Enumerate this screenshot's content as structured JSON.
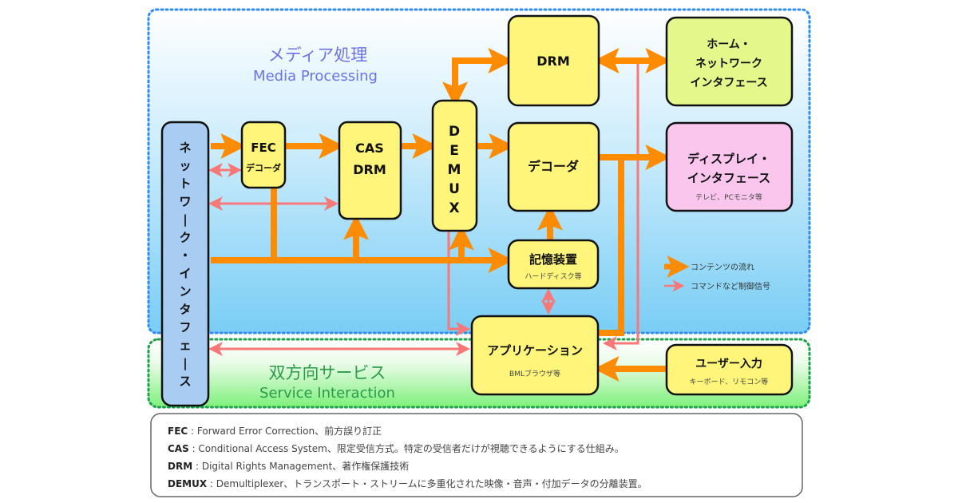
{
  "colors": {
    "content_flow": "#ff8c00",
    "control_signal": "#f87878",
    "box_fill": "#fff57a",
    "network_fill": "#a8ccf2",
    "home_network_fill": "#e4f78a",
    "display_fill": "#fbc6ee",
    "media_region_border": "#2f8cf5",
    "service_region_border": "#1aa34a",
    "media_label": "#6d72e6",
    "service_label": "#2a9a4a"
  },
  "regions": {
    "media": {
      "title_jp": "メディア処理",
      "title_en": "Media Processing"
    },
    "service": {
      "title_jp": "双方向サービス",
      "title_en": "Service Interaction"
    }
  },
  "blocks": {
    "network_interface": {
      "label": "ネットワーク・インタフェース"
    },
    "fec": {
      "line1": "FEC",
      "line2": "デコーダ"
    },
    "cas": {
      "line1": "CAS",
      "line2": "DRM"
    },
    "demux": {
      "label": "DEMUX"
    },
    "drm": {
      "label": "DRM"
    },
    "decoder": {
      "label": "デコーダ"
    },
    "storage": {
      "label": "記憶装置",
      "sub": "ハードディスク等"
    },
    "application": {
      "label": "アプリケーション",
      "sub": "BMLブラウザ等"
    },
    "home_network": {
      "line1": "ホーム・",
      "line2": "ネットワーク",
      "line3": "インタフェース"
    },
    "display": {
      "line1": "ディスプレイ・",
      "line2": "インタフェース",
      "sub": "テレビ、PCモニタ等"
    },
    "user_input": {
      "label": "ユーザー入力",
      "sub": "キーボード、リモコン等"
    }
  },
  "legend": {
    "content_flow": "コンテンツの流れ",
    "control_signal": "コマンドなど制御信号"
  },
  "glossary": [
    {
      "term": "FEC",
      "definition": "Forward Error Correction、前方誤り訂正"
    },
    {
      "term": "CAS",
      "definition": "Conditional Access System、限定受信方式。特定の受信者だけが視聴できるようにする仕組み。"
    },
    {
      "term": "DRM",
      "definition": "Digital Rights Management、著作権保護技術"
    },
    {
      "term": "DEMUX",
      "definition": "Demultiplexer、トランスポート・ストリームに多重化された映像・音声・付加データの分離装置。"
    }
  ]
}
